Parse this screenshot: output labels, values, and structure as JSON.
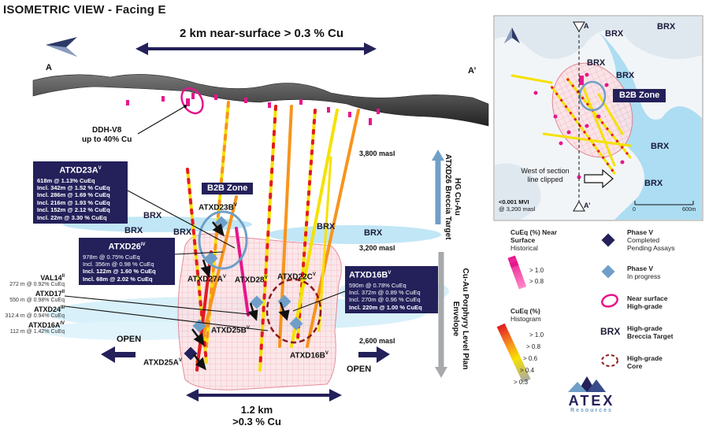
{
  "title": "ISOMETRIC VIEW - Facing E",
  "top_span": "2 km near-surface > 0.3 % Cu",
  "bottom_span_line1": "1.2 km",
  "bottom_span_line2": ">0.3 % Cu",
  "section_a": "A",
  "section_a_prime": "A’",
  "ddh": {
    "line1": "DDH-V8",
    "line2": "up to 40% Cu"
  },
  "elevations": {
    "e3800": "3,800 masl",
    "e3200": "3,200 masl",
    "e2600": "2,600 masl"
  },
  "side_bars": {
    "upper": {
      "line1": "HG Cu-Au",
      "line2": "ATXD26 Breccia Target"
    },
    "lower": {
      "line1": "Cu-Au Porphyry Level Plan",
      "line2": "Envelope"
    }
  },
  "open_left": "OPEN",
  "open_right": "OPEN",
  "b2b_zone": "B2B Zone",
  "brx": "BRX",
  "box_atxd23a": {
    "name": "ATXD23A",
    "sup": "V",
    "rows": [
      "618m @ 1.13% CuEq",
      "Incl. 342m @ 1.52 % CuEq",
      "Incl. 286m @ 1.69 % CuEq",
      "Incl. 216m @ 1.93 % CuEq",
      "Incl. 152m @ 2.12 % CuEq",
      "Incl. 22m @ 3.30 % CuEq"
    ]
  },
  "box_atxd26": {
    "name": "ATXD26",
    "sup": "IV",
    "rows": [
      "978m @ 0.75% CuEq",
      "Incl. 356m @ 0.98 % CuEq",
      "Incl. 122m @ 1.60 % CuEq",
      "Incl. 68m @ 2.02 % CuEq"
    ]
  },
  "box_atxd16b": {
    "name": "ATXD16B",
    "sup": "V",
    "rows": [
      "590m @ 0.78% CuEq",
      "Incl. 372m @ 0.89 % CuEq",
      "Incl. 270m @ 0.96 % CuEq",
      "Incl. 220m @ 1.00 % CuEq"
    ]
  },
  "hole_labels": {
    "atxd23b": "ATXD23B",
    "atxd23b_sup": "V",
    "atxd27a": "ATXD27A",
    "atxd27a_sup": "V",
    "atxd28": "ATXD28",
    "atxd28_sup": "V",
    "atxd22c": "ATXD22C",
    "atxd22c_sup": "V",
    "atxd25b": "ATXD25B",
    "atxd25b_sup": "V",
    "atxd25a": "ATXD25A",
    "atxd25a_sup": "V",
    "atxd16b": "ATXD16B",
    "atxd16b_sup": "V"
  },
  "historical_holes": [
    {
      "name": "VAL14",
      "sup": "II",
      "value": "272 m @ 0.92% CuEq"
    },
    {
      "name": "ATXD17",
      "sup": "II",
      "value": "550 m @ 0.98% CuEq"
    },
    {
      "name": "ATXD24",
      "sup": "III",
      "value": "312.4 m @ 0.94% CuEq"
    },
    {
      "name": "ATXD16A",
      "sup": "IV",
      "value": "112 m @ 1.42% CuEq"
    }
  ],
  "inset": {
    "a": "A",
    "a_prime": "A’",
    "b2b_zone": "B2B Zone",
    "brx_labels": [
      "BRX",
      "BRX",
      "BRX",
      "BRX",
      "BRX",
      "BRX"
    ],
    "clip_line1": "West of section",
    "clip_line2": "line clipped",
    "mvi_line1": "<0.001 MVI",
    "mvi_line2": "@ 3,200 masl",
    "scale_0": "0",
    "scale_600": "600m"
  },
  "legend": {
    "near_surface": {
      "line1": "CuEq (%) Near",
      "line2": "Surface",
      "line3": "Historical",
      "v1": "> 1.0",
      "v2": "> 0.8"
    },
    "histogram": {
      "line1": "CuEq (%)",
      "line2": "Histogram",
      "v1": "> 1.0",
      "v2": "> 0.8",
      "v3": "> 0.6",
      "v4": "> 0.4",
      "v5": "> 0.3"
    },
    "phase5_completed": {
      "line1": "Phase V",
      "line2": "Completed",
      "line3": "Pending Assays"
    },
    "phase5_progress": {
      "line1": "Phase V",
      "line2": "In progress"
    },
    "near_surface_hg": {
      "line1": "Near surface",
      "line2": "High-grade"
    },
    "brx": {
      "label": "BRX",
      "line1": "High-grade",
      "line2": "Breccia Target"
    },
    "hg_core": {
      "line1": "High-grade",
      "line2": "Core"
    }
  },
  "logo": {
    "name": "ATEX",
    "sub": "Resources"
  },
  "colors": {
    "navy": "#23205a",
    "steel_blue": "#6f9fc8",
    "magenta": "#e6168c",
    "red": "#e21b23",
    "orange": "#f7941d",
    "yellow": "#f5e100",
    "grey": "#a7a9ac",
    "brx_blue": "#8fd3f0",
    "envelope_pink": "#f0a0b0"
  }
}
